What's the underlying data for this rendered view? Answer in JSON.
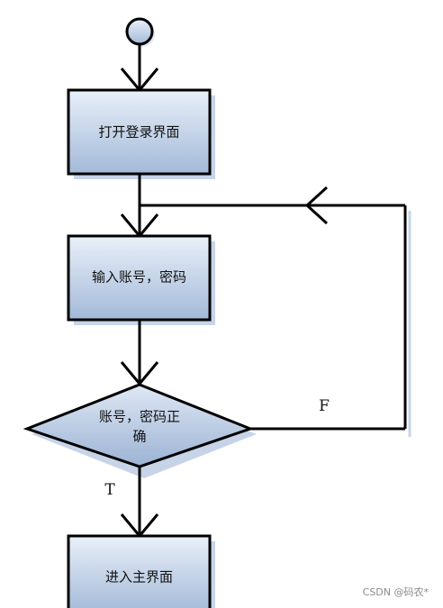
{
  "diagram": {
    "nodes": {
      "open_login": "打开登录界面",
      "input_credentials": "输入账号，密码",
      "check_line1": "账号，密码正",
      "check_line2": "确",
      "enter_main": "进入主界面"
    },
    "edge_labels": {
      "false": "F",
      "true": "T"
    },
    "colors": {
      "fill_top": "#e6eef8",
      "fill_bottom": "#9fb6d6",
      "stroke": "#000000",
      "shadow": "#c7d4e8"
    }
  },
  "watermark": "CSDN @码农*"
}
